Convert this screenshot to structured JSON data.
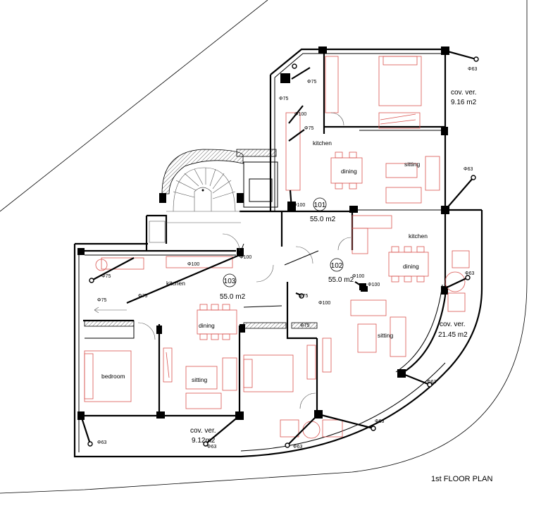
{
  "plan": {
    "title": "1st FLOOR PLAN",
    "apartments": [
      {
        "number": "101",
        "area": "55.0 m2"
      },
      {
        "number": "102",
        "area": "55.0 m2"
      },
      {
        "number": "103",
        "area": "55.0 m2"
      }
    ],
    "rooms": {
      "kitchen_101": "kitchen",
      "dining_101": "dining",
      "sitting_101": "sitting",
      "kitchen_102": "kitchen",
      "dining_102": "dining",
      "sitting_102": "sitting",
      "kitchen_103": "kitchen",
      "dining_103": "dining",
      "sitting_103": "sitting",
      "bedroom_103": "bedroom"
    },
    "covered_verandas": [
      {
        "label": "cov. ver.",
        "area": "9.16 m2"
      },
      {
        "label": "cov. ver.",
        "area": "21.45 m2"
      },
      {
        "label": "cov. ver.",
        "area": "9.12m2"
      }
    ],
    "pipes": {
      "p63": "Φ63",
      "p75": "Φ75",
      "p100": "Φ100"
    }
  }
}
